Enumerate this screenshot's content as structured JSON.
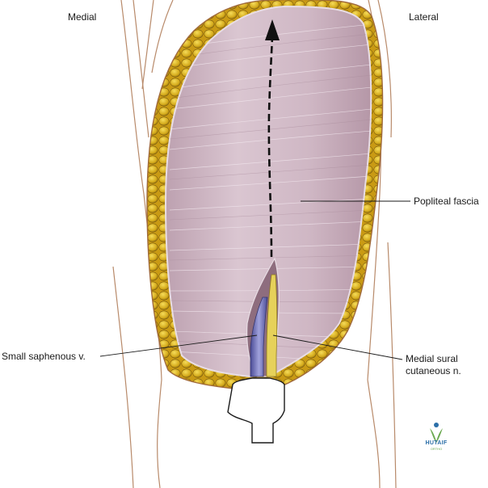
{
  "labels": {
    "medial": "Medial",
    "lateral": "Lateral",
    "popliteal_fascia": "Popliteal fascia",
    "small_saphenous": "Small saphenous v.",
    "medial_sural": "Medial sural cutaneous n."
  },
  "watermark": {
    "brand": "HUTAIF",
    "sub": "ORTHO"
  },
  "colors": {
    "fascia": "#cdb6c3",
    "fat": "#d8b21c",
    "vein": "#6d6fb4",
    "nerve": "#e5cf56",
    "outline": "#b07a5a"
  }
}
